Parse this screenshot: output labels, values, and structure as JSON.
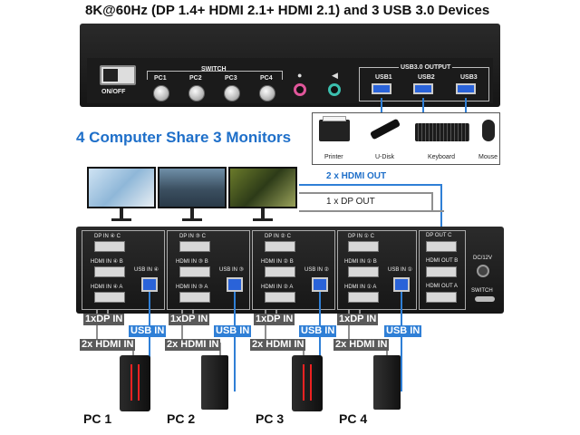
{
  "title": "8K@60Hz (DP 1.4+ HDMI 2.1+ HDMI 2.1) and 3 USB 3.0 Devices",
  "front_panel": {
    "power_label": "ON/OFF",
    "switch_label": "SWITCH",
    "buttons": [
      "PC1",
      "PC2",
      "PC3",
      "PC4"
    ],
    "mic_icon": "microphone-icon",
    "speaker_icon": "speaker-icon",
    "usb_output_label": "USB3.0 OUTPUT",
    "usb_ports": [
      "USB1",
      "USB2",
      "USB3"
    ]
  },
  "peripherals": [
    "Printer",
    "U-Disk",
    "Keyboard",
    "Mouse"
  ],
  "headline": "4 Computer Share 3 Monitors",
  "monitor_links": {
    "hdmi": "2 x HDMI OUT",
    "dp": "1 x DP OUT"
  },
  "back_panel": {
    "sections": [
      {
        "dp": "DP IN ④ C",
        "hdmi_b": "HDMI IN ④ B",
        "hdmi_a": "HDMI IN ④ A",
        "usb": "USB IN ④"
      },
      {
        "dp": "DP IN ③ C",
        "hdmi_b": "HDMI IN ③ B",
        "hdmi_a": "HDMI IN ③ A",
        "usb": "USB IN ③"
      },
      {
        "dp": "DP IN ② C",
        "hdmi_b": "HDMI IN ② B",
        "hdmi_a": "HDMI IN ② A",
        "usb": "USB IN ②"
      },
      {
        "dp": "DP IN ① C",
        "hdmi_b": "HDMI IN ① B",
        "hdmi_a": "HDMI IN ① A",
        "usb": "USB IN ①"
      }
    ],
    "out": {
      "dp": "DP OUT C",
      "hdmi_b": "HDMI OUT B",
      "hdmi_a": "HDMI OUT A"
    },
    "dc": "DC/12V",
    "switch": "SWITCH"
  },
  "pc_connections": {
    "dp_in": "1xDP IN",
    "usb_in": "USB IN",
    "hdmi_in": "2x HDMI IN"
  },
  "pcs": [
    "PC 1",
    "PC 2",
    "PC 3",
    "PC 4"
  ],
  "colors": {
    "accent_blue": "#1e6fc9",
    "cable_gray": "#8f8f8f",
    "usb_blue": "#2a63d9"
  }
}
